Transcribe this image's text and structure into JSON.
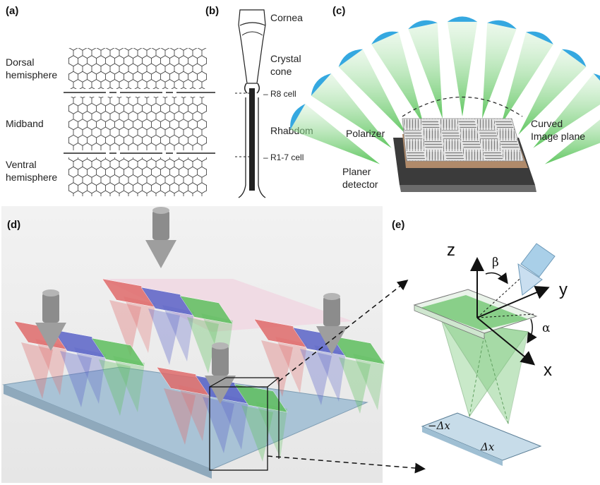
{
  "panels": {
    "a": {
      "label": "(a)",
      "dorsal": "Dorsal\nhemisphere",
      "midband": "Midband",
      "ventral": "Ventral\nhemisphere"
    },
    "b": {
      "label": "(b)",
      "cornea": "Cornea",
      "crystal_cone": "Crystal\ncone",
      "r8": "R8 cell",
      "rhabdom": "Rhabdom",
      "r17": "R1-7 cell"
    },
    "c": {
      "label": "(c)",
      "polarizer": "Polarizer",
      "curved": "Curved\nImage plane",
      "planer": "Planer\ndetector"
    },
    "d": {
      "label": "(d)"
    },
    "e": {
      "label": "(e)",
      "z": "z",
      "y": "y",
      "x": "x",
      "beta": "β",
      "alpha": "α",
      "neg_dx": "−Δx",
      "dx": "Δx"
    }
  },
  "colors": {
    "red": "#e06b6b",
    "blue": "#5b64c8",
    "green": "#5fbf5f",
    "arrow_gray": "#9a9a9a",
    "substrate": "#a9c3d6"
  }
}
